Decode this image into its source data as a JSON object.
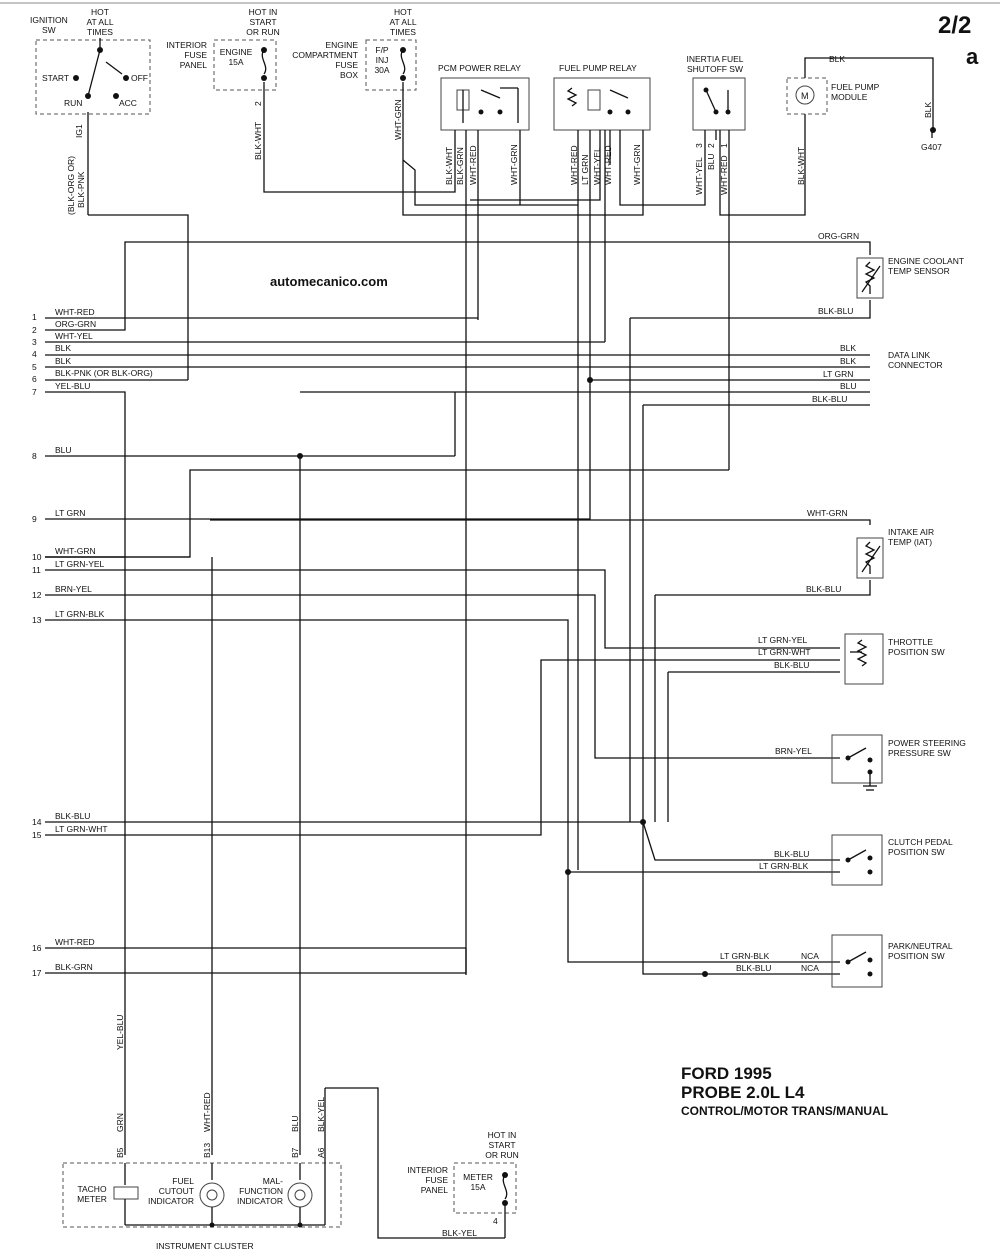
{
  "page": {
    "number": "2/2",
    "sub": "a"
  },
  "watermark": "automecanico.com",
  "title": {
    "line1": "FORD 1995",
    "line2": "PROBE 2.0L L4",
    "line3": "CONTROL/MOTOR TRANS/MANUAL"
  },
  "top": {
    "ignition": [
      "IGNITION",
      "SW"
    ],
    "hot_all_1": [
      "HOT",
      "AT ALL",
      "TIMES"
    ],
    "start": "START",
    "off": "OFF",
    "run": "RUN",
    "acc": "ACC",
    "ig1": "IG1",
    "ign_wire": [
      "(BLK-ORG OR)",
      "BLK-PNK"
    ],
    "hot_start_run": [
      "HOT IN",
      "START",
      "OR RUN"
    ],
    "int_fuse": [
      "INTERIOR",
      "FUSE",
      "PANEL"
    ],
    "engine_fuse": [
      "ENGINE",
      "15A"
    ],
    "pin2": "2",
    "blk_wht": "BLK-WHT",
    "hot_all_2": [
      "HOT",
      "AT ALL",
      "TIMES"
    ],
    "eng_box": [
      "ENGINE",
      "COMPARTMENT",
      "FUSE",
      "BOX"
    ],
    "fp_inj": [
      "F/P",
      "INJ",
      "30A"
    ],
    "wht_grn": "WHT-GRN",
    "pcm_relay": "PCM POWER RELAY",
    "pcm_wires": [
      "BLK-WHT",
      "BLK-GRN",
      "WHT-RED",
      "WHT-GRN"
    ],
    "fp_relay": "FUEL PUMP RELAY",
    "fp_wires": [
      "WHT-RED",
      "LT GRN",
      "WHT-YEL",
      "WHT-RED",
      "WHT-GRN"
    ],
    "inertia": [
      "INERTIA FUEL",
      "SHUTOFF SW"
    ],
    "inertia_pins": [
      "3",
      "2",
      "1"
    ],
    "inertia_wires": [
      "WHT-YEL",
      "BLU",
      "WHT-RED"
    ],
    "blk": "BLK",
    "m": "M",
    "fp_module": [
      "FUEL PUMP",
      "MODULE"
    ],
    "fp_wire": "BLK-WHT",
    "g407": "G407"
  },
  "pcm_pins": [
    {
      "n": "1",
      "w": "WHT-RED"
    },
    {
      "n": "2",
      "w": "ORG-GRN"
    },
    {
      "n": "3",
      "w": "WHT-YEL"
    },
    {
      "n": "4",
      "w": "BLK"
    },
    {
      "n": "5",
      "w": "BLK"
    },
    {
      "n": "6",
      "w": "BLK-PNK (OR BLK-ORG)"
    },
    {
      "n": "7",
      "w": "YEL-BLU"
    },
    {
      "n": "8",
      "w": "BLU"
    },
    {
      "n": "9",
      "w": "LT GRN"
    },
    {
      "n": "10",
      "w": "WHT-GRN"
    },
    {
      "n": "11",
      "w": "LT GRN-YEL"
    },
    {
      "n": "12",
      "w": "BRN-YEL"
    },
    {
      "n": "13",
      "w": "LT GRN-BLK"
    },
    {
      "n": "14",
      "w": "BLK-BLU"
    },
    {
      "n": "15",
      "w": "LT GRN-WHT"
    },
    {
      "n": "16",
      "w": "WHT-RED"
    },
    {
      "n": "17",
      "w": "BLK-GRN"
    }
  ],
  "right": {
    "ect_wire": "ORG-GRN",
    "ect": [
      "ENGINE COOLANT",
      "TEMP SENSOR"
    ],
    "ect_gnd": "BLK-BLU",
    "dlc_wires": [
      "BLK",
      "BLK",
      "LT GRN",
      "BLU",
      "BLK-BLU"
    ],
    "dlc": [
      "DATA LINK",
      "CONNECTOR"
    ],
    "iat_wire": "WHT-GRN",
    "iat": [
      "INTAKE AIR",
      "TEMP (IAT)"
    ],
    "iat_gnd": "BLK-BLU",
    "tps_wires": [
      "LT GRN-YEL",
      "LT GRN-WHT",
      "BLK-BLU"
    ],
    "tps": [
      "THROTTLE",
      "POSITION SW"
    ],
    "ps_wire": "BRN-YEL",
    "ps": [
      "POWER STEERING",
      "PRESSURE SW"
    ],
    "clutch_wires": [
      "BLK-BLU",
      "LT GRN-BLK"
    ],
    "clutch": [
      "CLUTCH PEDAL",
      "POSITION SW"
    ],
    "pn_wires": [
      "LT GRN-BLK",
      "BLK-BLU"
    ],
    "nca": [
      "NCA",
      "NCA"
    ],
    "pn": [
      "PARK/NEUTRAL",
      "POSITION SW"
    ]
  },
  "bottom": {
    "yel_blu": "YEL-BLU",
    "pins": [
      "B5",
      "B13",
      "B7",
      "A6"
    ],
    "wires": [
      "GRN",
      "WHT-RED",
      "BLU",
      "BLK-YEL"
    ],
    "tacho": [
      "TACHO",
      "METER"
    ],
    "fuel_cut": [
      "FUEL",
      "CUTOUT",
      "INDICATOR"
    ],
    "mil": [
      "MAL-",
      "FUNCTION",
      "INDICATOR"
    ],
    "cluster": "INSTRUMENT CLUSTER",
    "hot_start_run": [
      "HOT IN",
      "START",
      "OR RUN"
    ],
    "int_fuse": [
      "INTERIOR",
      "FUSE",
      "PANEL"
    ],
    "meter_fuse": [
      "METER",
      "15A"
    ],
    "pin4": "4",
    "blk_yel": "BLK-YEL"
  }
}
